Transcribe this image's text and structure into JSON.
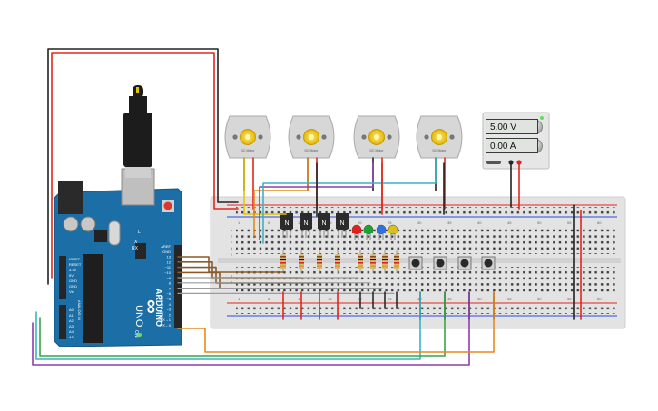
{
  "power_supply": {
    "voltage": "5.00 V",
    "current": "0.00 A"
  },
  "arduino": {
    "brand": "ARDUINO",
    "model": "UNO",
    "logo": "∞",
    "reset_label": "RESET",
    "analog_label": "ANALOG IN",
    "digital_label": "DIGITAL (PWM~)",
    "power_pins": [
      "IOREF",
      "RESET",
      "3.3V",
      "5V",
      "GND",
      "GND",
      "Vin"
    ],
    "analog_pins": [
      "A0",
      "A1",
      "A2",
      "A3",
      "A4",
      "A5"
    ],
    "digital_pins": [
      "AREF",
      "GND",
      "13",
      "12",
      "~11",
      "~10",
      "~9",
      "8",
      "7",
      "~6",
      "~5",
      "4",
      "~3",
      "2",
      "TX→1",
      "RX←0"
    ],
    "tx_label": "TX",
    "rx_label": "RX",
    "on_label": "ON",
    "l_label": "L"
  },
  "motors": [
    {
      "label": "DC Motor"
    },
    {
      "label": "DC Motor"
    },
    {
      "label": "DC Motor"
    },
    {
      "label": "DC Motor"
    }
  ],
  "transistors": [
    {
      "label": "N"
    },
    {
      "label": "N"
    },
    {
      "label": "N"
    },
    {
      "label": "N"
    }
  ],
  "breadboard": {
    "column_numbers": [
      "1",
      "5",
      "10",
      "15",
      "20",
      "25",
      "30",
      "35",
      "40",
      "45",
      "50",
      "55",
      "60"
    ],
    "row_letters_top": [
      "a",
      "b",
      "c",
      "d",
      "e"
    ],
    "row_letters_bottom": [
      "f",
      "g",
      "h",
      "i",
      "j"
    ]
  },
  "colors": {
    "arduino_board": "#1c6fa6",
    "breadboard": "#e2e2e2",
    "wire_red": "#e3261c",
    "wire_black": "#222222",
    "wire_orange": "#e68a1c",
    "wire_green": "#3aa34a",
    "wire_purple": "#8a3fae",
    "wire_teal": "#3ab4c4",
    "wire_brown": "#8a5a2b",
    "wire_yellow": "#e8c300",
    "motor_body": "#d7d7d7",
    "led_red": "#e02020",
    "led_green": "#20a030",
    "led_blue": "#3070e0",
    "led_yellow": "#d8c020"
  }
}
